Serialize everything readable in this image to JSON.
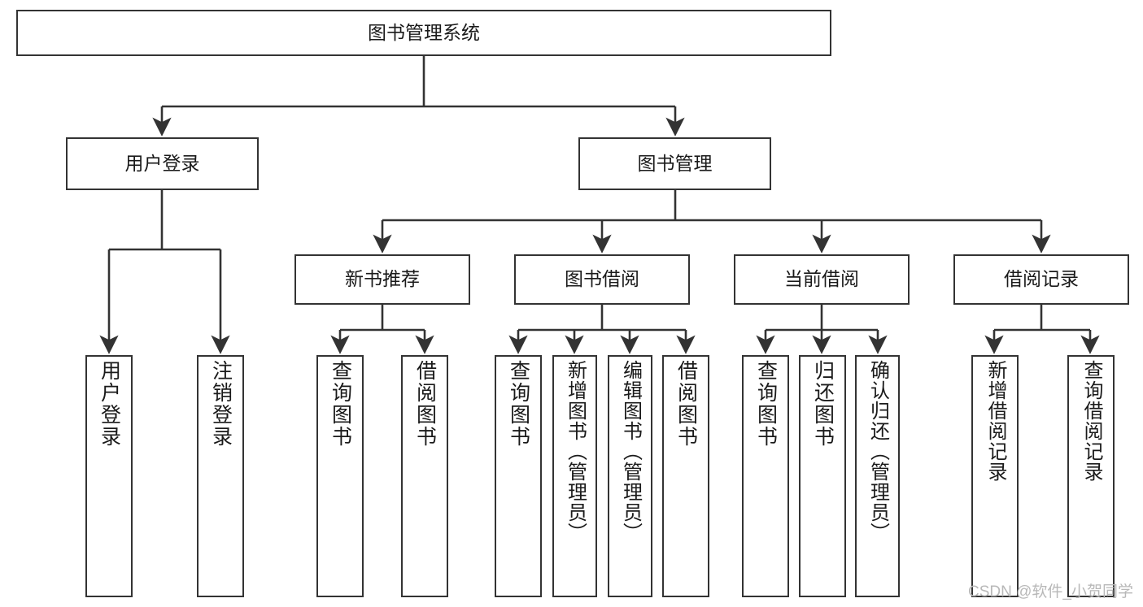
{
  "diagram": {
    "title": "图书管理系统",
    "type": "hierarchy-tree",
    "watermark": "CSDN @软件_小贺同学",
    "colors": {
      "box_border": "#333333",
      "box_fill": "#ffffff",
      "edge": "#333333",
      "text": "#1a1a1a",
      "watermark": "#b8b8b8",
      "background": "#ffffff"
    },
    "nodes": {
      "root": {
        "label": "图书管理系统"
      },
      "level1": [
        {
          "id": "user-login",
          "label": "用户登录"
        },
        {
          "id": "book-manage",
          "label": "图书管理"
        }
      ],
      "level2": [
        {
          "id": "new-book-rec",
          "label": "新书推荐"
        },
        {
          "id": "book-borrow",
          "label": "图书借阅"
        },
        {
          "id": "current-borrow",
          "label": "当前借阅"
        },
        {
          "id": "borrow-record",
          "label": "借阅记录"
        }
      ],
      "leaves": [
        {
          "id": "leaf-user-login",
          "label": "用户登录"
        },
        {
          "id": "leaf-logout",
          "label": "注销登录"
        },
        {
          "id": "leaf-query-book-1",
          "label": "查询图书"
        },
        {
          "id": "leaf-borrow-book-1",
          "label": "借阅图书"
        },
        {
          "id": "leaf-query-book-2",
          "label": "查询图书"
        },
        {
          "id": "leaf-add-book",
          "label": "新增图书（管理员）"
        },
        {
          "id": "leaf-edit-book",
          "label": "编辑图书（管理员）"
        },
        {
          "id": "leaf-borrow-book-2",
          "label": "借阅图书"
        },
        {
          "id": "leaf-query-book-3",
          "label": "查询图书"
        },
        {
          "id": "leaf-return-book",
          "label": "归还图书"
        },
        {
          "id": "leaf-confirm-return",
          "label": "确认归还（管理员）"
        },
        {
          "id": "leaf-add-record",
          "label": "新增借阅记录"
        },
        {
          "id": "leaf-query-record",
          "label": "查询借阅记录"
        }
      ]
    },
    "edges": [
      {
        "from": "图书管理系统",
        "to": "用户登录"
      },
      {
        "from": "图书管理系统",
        "to": "图书管理"
      },
      {
        "from": "用户登录",
        "to": "用户登录"
      },
      {
        "from": "用户登录",
        "to": "注销登录"
      },
      {
        "from": "图书管理",
        "to": "新书推荐"
      },
      {
        "from": "图书管理",
        "to": "图书借阅"
      },
      {
        "from": "图书管理",
        "to": "当前借阅"
      },
      {
        "from": "图书管理",
        "to": "借阅记录"
      },
      {
        "from": "新书推荐",
        "to": "查询图书"
      },
      {
        "from": "新书推荐",
        "to": "借阅图书"
      },
      {
        "from": "图书借阅",
        "to": "查询图书"
      },
      {
        "from": "图书借阅",
        "to": "新增图书（管理员）"
      },
      {
        "from": "图书借阅",
        "to": "编辑图书（管理员）"
      },
      {
        "from": "图书借阅",
        "to": "借阅图书"
      },
      {
        "from": "当前借阅",
        "to": "查询图书"
      },
      {
        "from": "当前借阅",
        "to": "归还图书"
      },
      {
        "from": "当前借阅",
        "to": "确认归还（管理员）"
      },
      {
        "from": "借阅记录",
        "to": "新增借阅记录"
      },
      {
        "from": "借阅记录",
        "to": "查询借阅记录"
      }
    ]
  }
}
